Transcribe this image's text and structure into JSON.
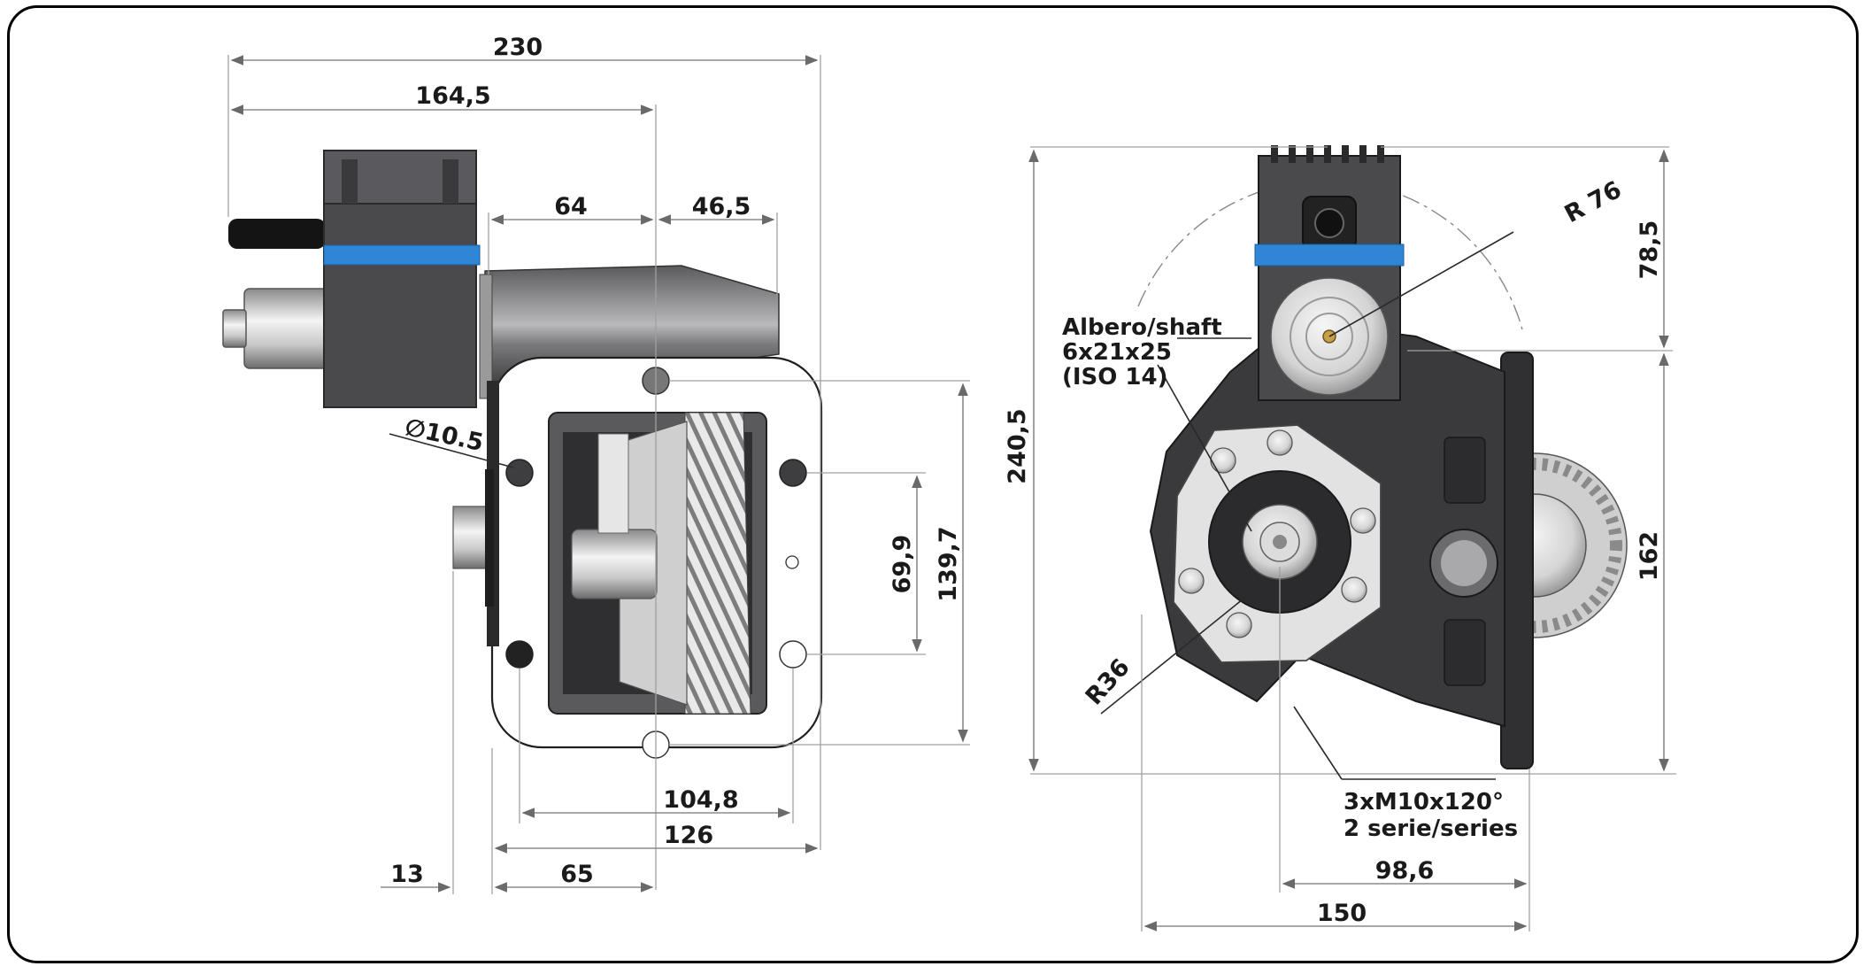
{
  "side_view": {
    "dimensions": {
      "overall_length": "230",
      "to_axis": "164,5",
      "motor_offset": "64",
      "shaft_offset": "46,5",
      "hole_diameter": "∅10.5",
      "inner_holes": "69,9",
      "outer_holes": "139,7",
      "hole_span": "104,8",
      "flange_width": "126",
      "gap": "13",
      "axis_offset": "65"
    }
  },
  "front_view": {
    "dimensions": {
      "top_radius": "R 76",
      "top_height": "78,5",
      "total_height": "240,5",
      "flange_height": "162",
      "output_radius": "R36",
      "axis_to_flange": "98,6",
      "overall_width": "150"
    },
    "shaft_note": [
      "Albero/shaft",
      "6x21x25",
      "(ISO 14)"
    ],
    "thread_note": [
      "3xM10x120°",
      "2 serie/series"
    ]
  },
  "colors": {
    "accent_band": "#2f86d6",
    "housing_dark": "#3c3c3f",
    "dimension_line": "#8c8c8c"
  }
}
